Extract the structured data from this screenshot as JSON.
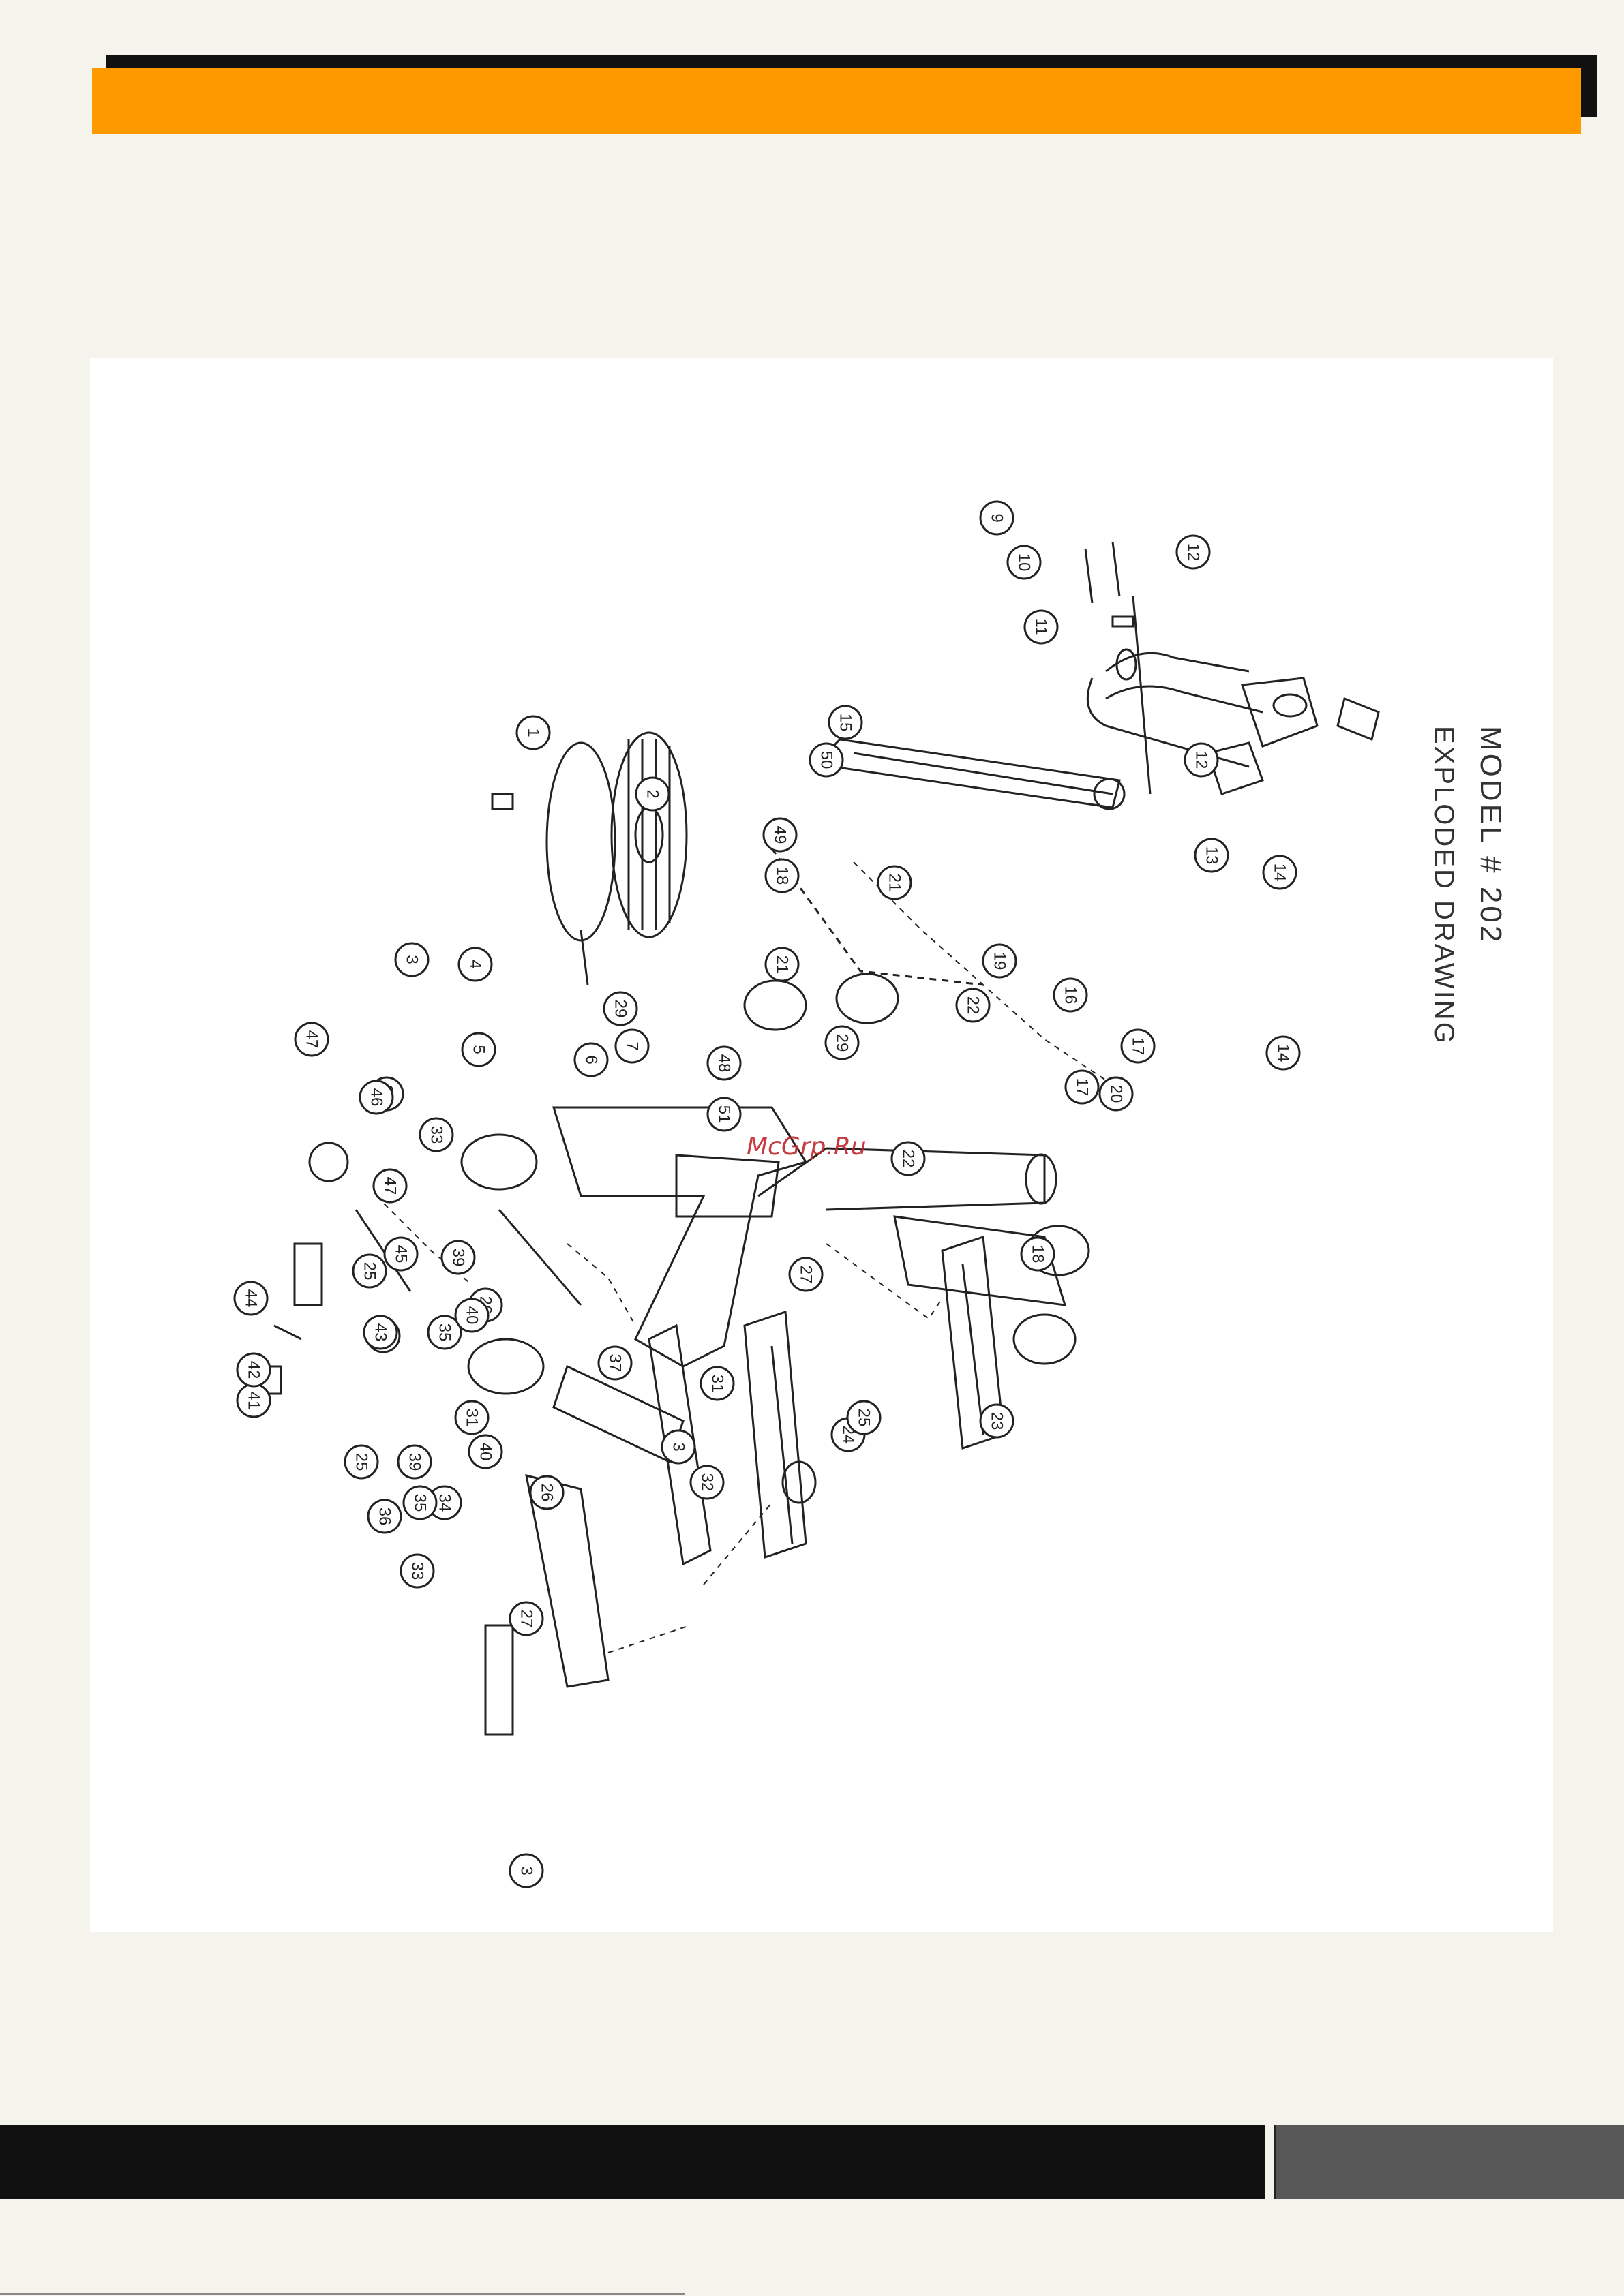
{
  "header": {
    "accent_color": "#ff9900",
    "shadow_color": "#111111"
  },
  "drawing": {
    "title_line1": "MODEL # 202",
    "title_line2": "EXPLODED DRAWING",
    "watermark": "McGrp.Ru",
    "callouts": [
      {
        "n": "1"
      },
      {
        "n": "2"
      },
      {
        "n": "3"
      },
      {
        "n": "3"
      },
      {
        "n": "3"
      },
      {
        "n": "4"
      },
      {
        "n": "5"
      },
      {
        "n": "6"
      },
      {
        "n": "7"
      },
      {
        "n": "9"
      },
      {
        "n": "10"
      },
      {
        "n": "11"
      },
      {
        "n": "12"
      },
      {
        "n": "12"
      },
      {
        "n": "13"
      },
      {
        "n": "14"
      },
      {
        "n": "14"
      },
      {
        "n": "15"
      },
      {
        "n": "16"
      },
      {
        "n": "17"
      },
      {
        "n": "17"
      },
      {
        "n": "18"
      },
      {
        "n": "18"
      },
      {
        "n": "19"
      },
      {
        "n": "20"
      },
      {
        "n": "21"
      },
      {
        "n": "21"
      },
      {
        "n": "22"
      },
      {
        "n": "22"
      },
      {
        "n": "23"
      },
      {
        "n": "23"
      },
      {
        "n": "24"
      },
      {
        "n": "25"
      },
      {
        "n": "25"
      },
      {
        "n": "25"
      },
      {
        "n": "26"
      },
      {
        "n": "26"
      },
      {
        "n": "27"
      },
      {
        "n": "27"
      },
      {
        "n": "29"
      },
      {
        "n": "29"
      },
      {
        "n": "31"
      },
      {
        "n": "31"
      },
      {
        "n": "32"
      },
      {
        "n": "33"
      },
      {
        "n": "33"
      },
      {
        "n": "34"
      },
      {
        "n": "35"
      },
      {
        "n": "35"
      },
      {
        "n": "36"
      },
      {
        "n": "36"
      },
      {
        "n": "37"
      },
      {
        "n": "39"
      },
      {
        "n": "39"
      },
      {
        "n": "40"
      },
      {
        "n": "40"
      },
      {
        "n": "41"
      },
      {
        "n": "42"
      },
      {
        "n": "43"
      },
      {
        "n": "44"
      },
      {
        "n": "45"
      },
      {
        "n": "46"
      },
      {
        "n": "47"
      },
      {
        "n": "47"
      },
      {
        "n": "48"
      },
      {
        "n": "49"
      },
      {
        "n": "50"
      },
      {
        "n": "51"
      }
    ]
  },
  "footer": {
    "bar_color": "#111111",
    "box_color": "#575757"
  }
}
